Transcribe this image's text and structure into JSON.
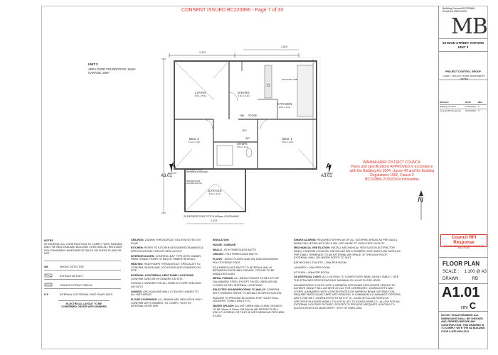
{
  "header": {
    "consent_title": "CONSENT ISSUED BC220866 - Page 7 of 33",
    "corner_stamp_line1": "Building Consent BC220866",
    "corner_stamp_line2": "Received 25/01/2023"
  },
  "title_block": {
    "logo": "MB",
    "project_line1": "18 MAIN STREET OXFORD",
    "project_line2": "UNIT 3",
    "company": "PROJECT CONTROL GROUP",
    "client": "CLIENT : MOUNT LYFORD INVESTMENTS LIMITED",
    "revisions_header": [
      "DETAILS",
      "DATE",
      "REV"
    ],
    "revisions": [
      {
        "details": "Building Consent",
        "date": "11/07/2022",
        "rev": "A"
      },
      {
        "details": "Council RFI Response",
        "date": "24/10/2022",
        "rev": "C"
      }
    ],
    "rfi_title": "Council RFI Response",
    "rfi_note": "NOT TO BE USED UNTIL BUILDING CONSENT HAS BEEN ISSUED",
    "sheet_name": "FLOOR PLAN",
    "scale_label": "SCALE :",
    "scale_value": "1:100 @ A3",
    "drawn_label": "DRAWN :",
    "drawn_value": "RB",
    "sheet_number": "A1.01",
    "rev_label": "rev",
    "rev_value": "C",
    "footer_note": "DO NOT SCALE DRAWING. ALL DIMENSIONS SHALL BE CHECKED AND VERIFIED BEFORE ANY CONSTRUCTION. THIS DRAWING IS TO COMPLY WITH THE NZ BUILDING CODE & NZS 3604:2011"
  },
  "unit_info": {
    "title": "UNIT 3",
    "area_line": "AREA OVER FOUNDATION: 116m²",
    "garage_line": "GARAGE: 28m²"
  },
  "rooms": {
    "living": {
      "name": "LIVING",
      "size": "3.9m x 5.5m"
    },
    "dining": {
      "name": "DINING",
      "size": "3.2m x 3.3m"
    },
    "kitchen": {
      "name": "KITCHEN",
      "size": "3.9m x 3.1m"
    },
    "bed3": {
      "name": "BED 3",
      "size": "3.1m x 3.2m"
    },
    "bed1": {
      "name": "BED 1",
      "size": "3.5m x 3.2m"
    },
    "shwr": {
      "name": "SHWR.",
      "size": "1.5m x 2.1m"
    },
    "garage": {
      "name": "GARAGE",
      "size": "6.0m x 4.6m"
    },
    "hw": "HW",
    "store": "STORE",
    "ldy": "LDY",
    "wc": "WC",
    "electric_hob": "ELECTRIC HOB",
    "meterbox": "METERBOX AND DISTRIBUTION BOARD",
    "roof_access": "600x600 ROOF ACCESS HATCH"
  },
  "dimensions": {
    "top": "1,313",
    "top_right": "1,519",
    "bottom": "1,313"
  },
  "plan_notes": {
    "roof_pitch": "25 DEGREE ROOF PITCH 600mm OVERHANG",
    "section_marker": "A",
    "section_ref": "A3.01",
    "north": "N"
  },
  "approval_stamp": {
    "line1": "WAIMAKARIRI DISTRICT COUNCIL",
    "line2": "Plans and specifications APPROVED in accordance",
    "line3": "with the Building Act 2004, clause 49 and the Building",
    "line4": "Regulations 1992, Clause 3",
    "line5": "BC220866  21/03/2024  michaelmo"
  },
  "notes": {
    "title": "NOTES",
    "body": "IN GENERAL ALL CONSTRUCTION TO COMPLY WITH NZS3604 AND THE NEW ZEALAND BUILDING CODE AND ALL RELEVANT NZA STANDARDS WHETHER DETAILED ON THESE PLANS OR NOT"
  },
  "legend": [
    {
      "symbol": "SM",
      "label": "SMOKE DETECTOR"
    },
    {
      "symbol": "",
      "label": "EXTRACTOR DUCT"
    },
    {
      "symbol": "",
      "label": "CEILING EXTRACT GRILLE"
    },
    {
      "symbol": "H P",
      "label": "INTERNAL & EXTERNAL HEAT PUMP UNITS"
    }
  ],
  "legend_footer": "ELECTRICAL LAYOUT TO BE CONFIRMED ONSITE WITH OWNERS",
  "spec_col1": [
    {
      "heading": "CEILINGS:",
      "text": "2420mm THROUGHOUT UNLESS NOTED ON PLAN"
    },
    {
      "heading": "KITCHEN:",
      "text": "REFER TO KITCHEN DESIGNERS DRAWINGS & SPECIFICATIONS FOR KITCHEN LAYOUT"
    },
    {
      "heading": "INTERIOR DOORS:",
      "text": "CONFIRM LEAF TYPE WITH OWNER, PAINT GRADE FINISH TO MATCH TIMBER REVEALS"
    },
    {
      "heading": "HEATING:",
      "text": "HEATPUMPS THROUGHOUT. SPECIALIST TO CONFIRM DESIGN AND LOCATIONS WITH OWNERS ON SITE"
    },
    {
      "heading": "INTERNAL & EXTERNAL HEAT PUMP LOCATIONS",
      "text": "CONFIRM SIZES WITH OWNERS ON SITE."
    },
    {
      "heading": "",
      "text": "CONSULT OWNERS FOR ALL ROBE & STORE SHELVING LAYOUTS."
    },
    {
      "heading": "LININGS:",
      "text": "GIB AQUALINE WALL & CEILING LININGS TO ALL WET AREAS"
    },
    {
      "heading": "FLOOR COVERINGS:",
      "text": "ALL DRAWN ARE INDICATIVE ONLY. CONFIRM WITH OWNERS. TO COMPLY WITH E3 INTERNAL MOISTURE"
    }
  ],
  "spec_col2": [
    {
      "heading": "INSULATION:",
      "text": ""
    },
    {
      "heading": "HOUSE / GARAGE",
      "text": ""
    },
    {
      "heading": "WALLS",
      "text": "- R2.6 FIBREGLASS BATTS"
    },
    {
      "heading": "CEILING",
      "text": "- R3.6 FIBREGLASS BATTS"
    },
    {
      "heading": "FLOOR",
      "text": "- 100mm FLOOR SLAB ON 1100x1100x300mm POLYSTYRENE PODS"
    },
    {
      "heading": "",
      "text": "R2.6 FIBREGLASS BATTS TO INTERNAL WALLS BETWEEN HOUSE AND GARAGE. CEILING TO BE INSULATED ALSO"
    },
    {
      "heading": "METAL FIXINGS:",
      "text": "ALL METAL FIXINGS TO BE HOT DIP GALVANISED STEEL EXCEPT THOSE USED WITHIN CLOSED IN DRY INTERNAL LOCATIONS"
    },
    {
      "heading": "SELECTED SOUNDPROOFING TO WALLS:",
      "text": "CONFIRM WITH OWNERS REFER TO DETAILS IN SPECIFICATION"
    },
    {
      "heading": "",
      "text": "BUILDER TO PROVIDE BLOCKING FOR TOILET ROLL HOLDERS, TOWEL RAILS ETC."
    },
    {
      "heading": "WATER SPLASH:",
      "text": "ALL WET AREA WALLS AND CEILINGS TO BE 10mm & 13mm GIB AQUALINE RESPECTIVELY. VINYL FLOORING OR TILES IN WET AREAS AS PER NZBC E3 AS1."
    }
  ],
  "spec_col3": [
    {
      "heading": "SMOKE ALARMS:",
      "text": "REQUIRED WITHIN 3m OF ALL SLEEPING AREAS AS PER 4514 & BRANZ BULLETINS NO'S 252 & 309. WITH NZBC F7 HUSH TEST FACILITY"
    },
    {
      "heading": "MECHANICAL VENTILATION:",
      "text": "INSTALL MECHANICAL VENTILATION (EXTRACTOR FANS). CONFIRM LOCATION ON CEILING WITH OWNERS. WITH MIN FLOW RATES AS PER 1668.2 TERMINATE TO AN EXTERNAL AIR SPACE, IE THROUGH ROOF, EXTERNAL WALL OR UNDER SOFFIT TO SUIT"
    },
    {
      "heading": "",
      "text": "BATHROOM & TOILETS = 25l/s PER ROOM"
    },
    {
      "heading": "",
      "text": "LAUNDRY = 20l/s PER ROOM"
    },
    {
      "heading": "",
      "text": "KITCHEN = 50l/s PER ROOM"
    },
    {
      "heading": "G8 ARTIFICIAL LIGHT:",
      "text": "ALL LIGHTING TO COMPLY WITH NZBC G8 AS1 TABLE 1. SEE THE ATTACHED SPECIFICATIONS. MINIMUM 20 LUX AT FLOOR LEVEL"
    },
    {
      "heading": "",
      "text": "INCANDESCENT LIGHTS WITH A GENERAL DIFFUSING ENCLOSURE SPACED TO ACHIEVE 150mm² WILL ACHIEVE 20 LUX FOR CORRIDORS. -DOWNLIGHTS AND OTHER LUMINAIRES WITH CONCENTRATED OR NARROW BEAM DISTRIBUTION, REQUIRE PARTICULAR CARE WITH SPACING. IF A MINIMUM ILLUMINANCE CRITERIA ARE TO BE MET. -DOWNLIGHTS TO BE IC-F, IC, CA-80 OR CA-135 RATED AS SPECIFIED IN AS/NZS 60598.2.2 & INSTALLED TO AS/NZS 60598.2.2. -ALLOW FOR AN EXTERNAL LIGHTING FIXTURE LOCATED TO PROVIDE ADEQUATE LIGHTING TO ACCESS ROUTE AT MAIN ENTRY / EXIT OF DWELLING."
    }
  ]
}
